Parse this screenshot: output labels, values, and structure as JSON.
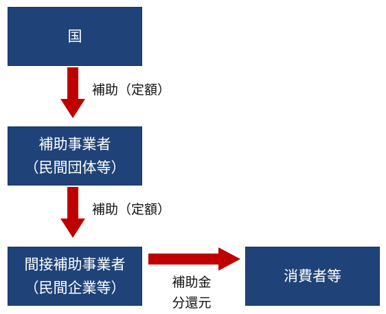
{
  "nodes": {
    "government": {
      "line1": "国"
    },
    "subsidy_operator": {
      "line1": "補助事業者",
      "line2": "（民間団体等）"
    },
    "indirect_operator": {
      "line1": "間接補助事業者",
      "line2": "（民間企業等）"
    },
    "consumers": {
      "line1": "消費者等"
    }
  },
  "edges": {
    "gov_to_operator": {
      "label": "補助（定額）"
    },
    "operator_to_indirect": {
      "label": "補助（定額）"
    },
    "indirect_to_consumers": {
      "line1": "補助金",
      "line2": "分還元"
    }
  },
  "colors": {
    "box_fill": "#1f4378",
    "box_text": "#ffffff",
    "arrow": "#c00000"
  }
}
